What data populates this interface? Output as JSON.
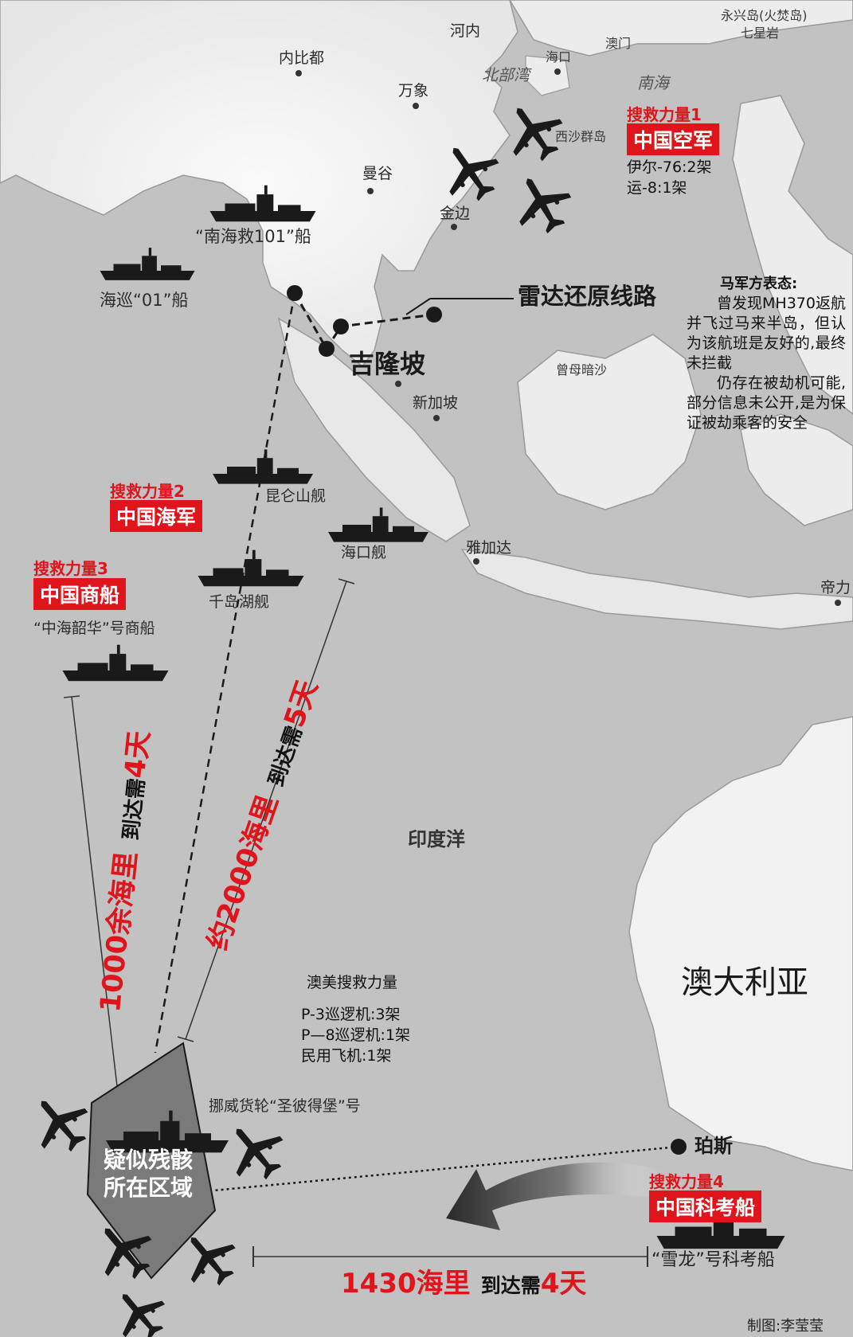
{
  "places": {
    "hanoi": "河内",
    "naypyidaw": "内比都",
    "haikou": "海口",
    "beibu_gulf": "北部湾",
    "macau": "澳门",
    "woody_island": "永兴岛(火焚岛)",
    "qilianyu": "七星岩",
    "vientiane": "万象",
    "south_china_sea": "南海",
    "xisha": "西沙群岛",
    "bangkok": "曼谷",
    "phnom_penh": "金边",
    "kuala_lumpur": "吉隆坡",
    "singapore": "新加坡",
    "zengmu": "曾母暗沙",
    "jakarta": "雅加达",
    "dili": "帝力",
    "indian_ocean": "印度洋",
    "australia": "澳大利亚",
    "perth": "珀斯",
    "radar_route": "雷达还原线路",
    "suspected_area_line1": "疑似残骸",
    "suspected_area_line2": "所在区域"
  },
  "ships": {
    "nanhaijiu": "“南海救101”船",
    "haixun": "海巡“01”船",
    "kunlunshan": "昆仑山舰",
    "haikou_ship": "海口舰",
    "qiandaohu": "千岛湖舰",
    "zhonghai": "“中海韶华”号商船",
    "norway": "挪威货轮“圣彼得堡”号",
    "xuelong": "“雪龙”号科考船"
  },
  "forces": {
    "f1_title": "搜救力量1",
    "f1_name": "中国空军",
    "f1_l1": "伊尔-76:2架",
    "f1_l2": "运-8:1架",
    "f2_title": "搜救力量2",
    "f2_name": "中国海军",
    "f3_title": "搜救力量3",
    "f3_name": "中国商船",
    "f4_title": "搜救力量4",
    "f4_name": "中国科考船"
  },
  "aus_us": {
    "title": "澳美搜救力量",
    "l1": "P-3巡逻机:3架",
    "l2": "P—8巡逻机:1架",
    "l3": "民用飞机:1架"
  },
  "malaysia": {
    "title": "马军方表态:",
    "p1": "曾发现MH370返航并飞过马来半岛，但认为该航班是友好的,最终未拦截",
    "p2": "仍存在被劫机可能,部分信息未公开,是为保证被劫乘客的安全"
  },
  "distances": {
    "d1_red": "1000余海里",
    "d1_black": "到达需",
    "d1_days": "4天",
    "d2_red": "约2000海里",
    "d2_black": "到达需",
    "d2_days": "5天",
    "d3_red": "1430海里",
    "d3_black": "到达需",
    "d3_days": "4天"
  },
  "credit": "制图:李莹莹",
  "colors": {
    "land": "#f4f4f4",
    "sea": "#bdbdbd",
    "accent_red": "#e0141b",
    "silhouette": "#1a1a1a",
    "area_fill": "#7a7a7a"
  }
}
